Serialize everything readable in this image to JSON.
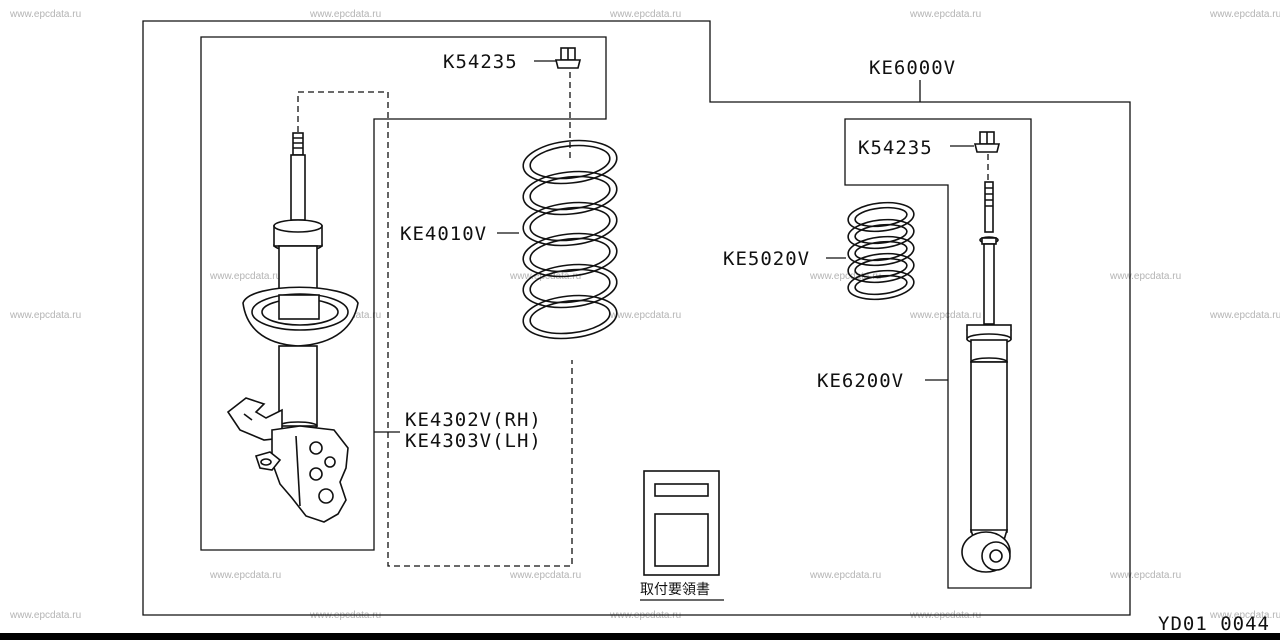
{
  "watermark": "www.epcdata.ru",
  "diagram_code": "YD01 0044",
  "labels": {
    "nut_front": "K54235",
    "nut_rear": "K54235",
    "kit": "KE6000V",
    "front_spring": "KE4010V",
    "rear_spring": "KE5020V",
    "rear_absorber": "KE6200V",
    "strut_rh": "KE4302V(RH)",
    "strut_lh": "KE4303V(LH)",
    "manual": "取付要領書"
  }
}
